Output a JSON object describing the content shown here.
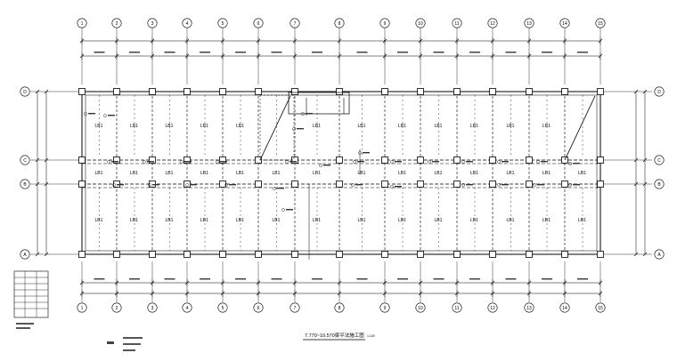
{
  "grid_axes": {
    "columns": [
      "1",
      "2",
      "3",
      "4",
      "5",
      "6",
      "7",
      "8",
      "9",
      "10",
      "11",
      "12",
      "13",
      "14",
      "15"
    ],
    "rows": [
      "D",
      "C",
      "B",
      "A"
    ]
  },
  "slab_label": "LB1",
  "title": {
    "main": "7.770~10.570梁平法施工图",
    "scale": "1:100"
  }
}
